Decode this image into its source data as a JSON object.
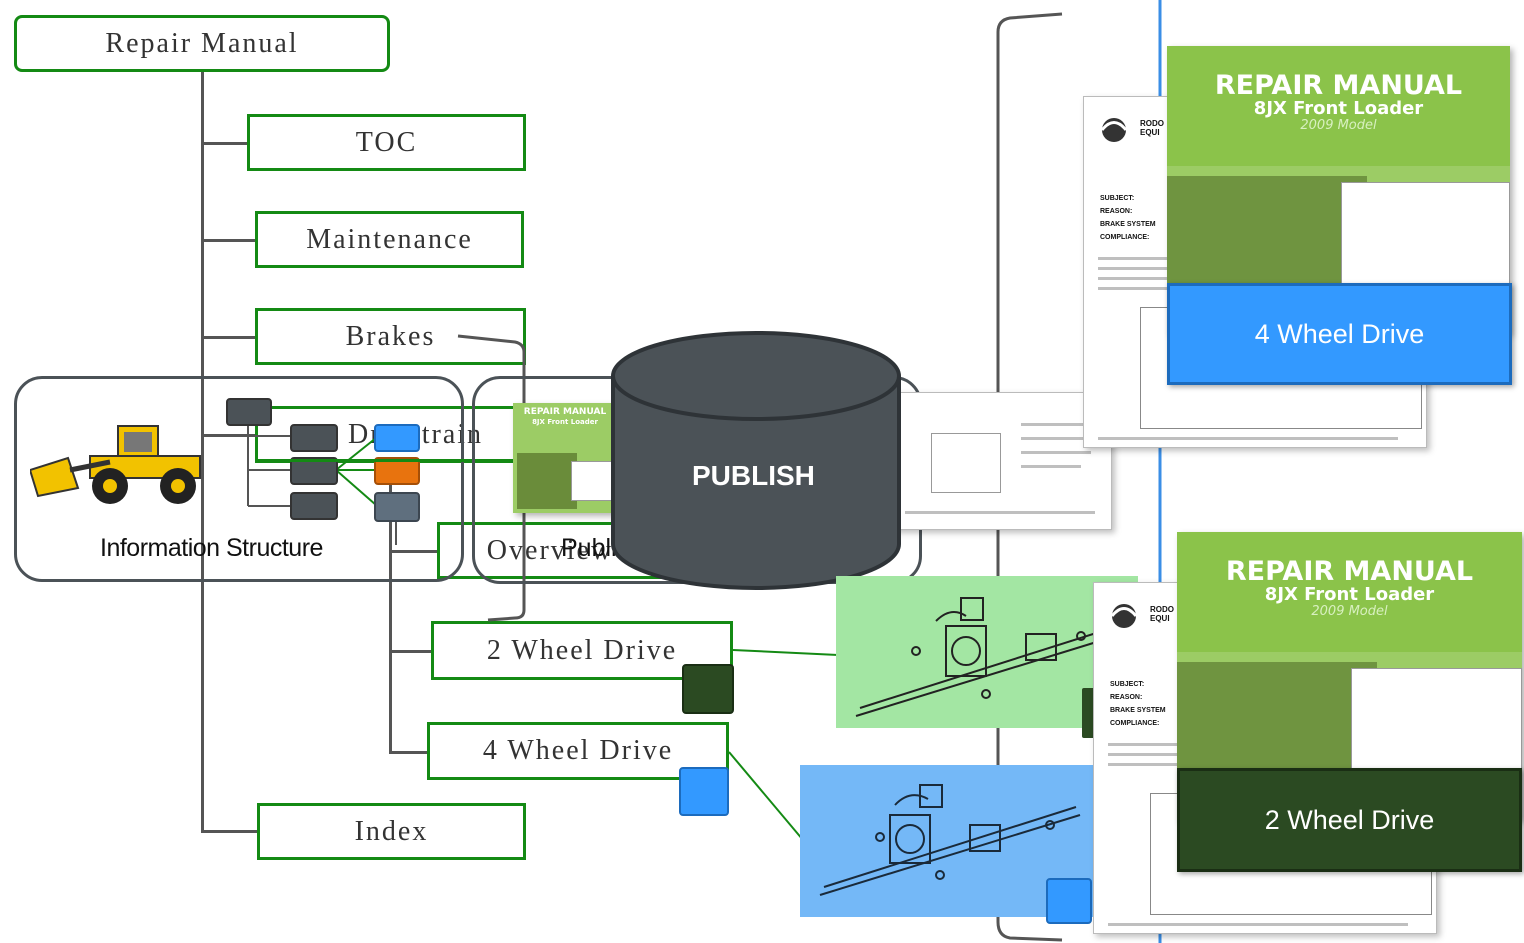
{
  "tree": {
    "root": "Repair Manual",
    "items": {
      "toc": "TOC",
      "maintenance": "Maintenance",
      "brakes": "Brakes",
      "drivetrain": "Drivetrain",
      "overview": "Overview",
      "two_wheel": "2 Wheel Drive",
      "four_wheel": "4 Wheel Drive",
      "index": "Index"
    }
  },
  "panels": {
    "info_structure": "Information Structure",
    "publish_partial": "Publi"
  },
  "publish": {
    "label": "PUBLISH"
  },
  "covers": {
    "title": "REPAIR MANUAL",
    "subtitle": "8JX Front Loader",
    "model": "2009 Model",
    "small_title": "REPAIR MANUAL",
    "small_subtitle": "8JX Front Loader"
  },
  "outputs": {
    "four_wheel_banner": "4 Wheel Drive",
    "two_wheel_banner": "2 Wheel Drive"
  },
  "doc_fields": {
    "subject": "SUBJECT:",
    "reason": "REASON:",
    "brake": "BRAKE SYSTEM",
    "compliance": "COMPLIANCE:",
    "logo": "RODO EQUI"
  },
  "colors": {
    "green": "#148a14",
    "blue": "#3399ff",
    "dark_green": "#2b4a22",
    "orange": "#e8730e",
    "slate": "#4b5257",
    "light_green": "#a3e6a3",
    "light_blue": "#74b8f7"
  }
}
